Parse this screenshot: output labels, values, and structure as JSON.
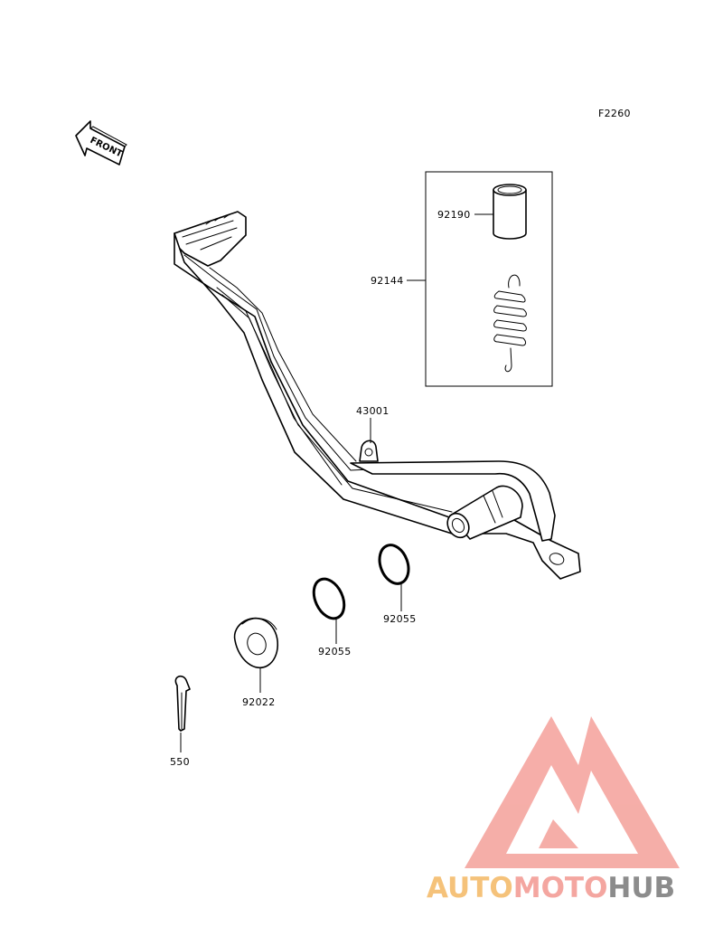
{
  "figure_code": "F2260",
  "front_label": "FRONT",
  "parts": {
    "pipe": "92190",
    "kit": "92144",
    "pedal": "43001",
    "oring_upper": "92055",
    "oring_lower": "92055",
    "washer": "92022",
    "cotter_pin": "550"
  },
  "watermark": {
    "part1": "AUTO",
    "part2": "MOTO",
    "part3": "HUB",
    "colors": {
      "auto": "#f5c27a",
      "moto": "#f4a6a0",
      "hub": "#8c8c8c",
      "logo": "#f4a09a"
    }
  }
}
